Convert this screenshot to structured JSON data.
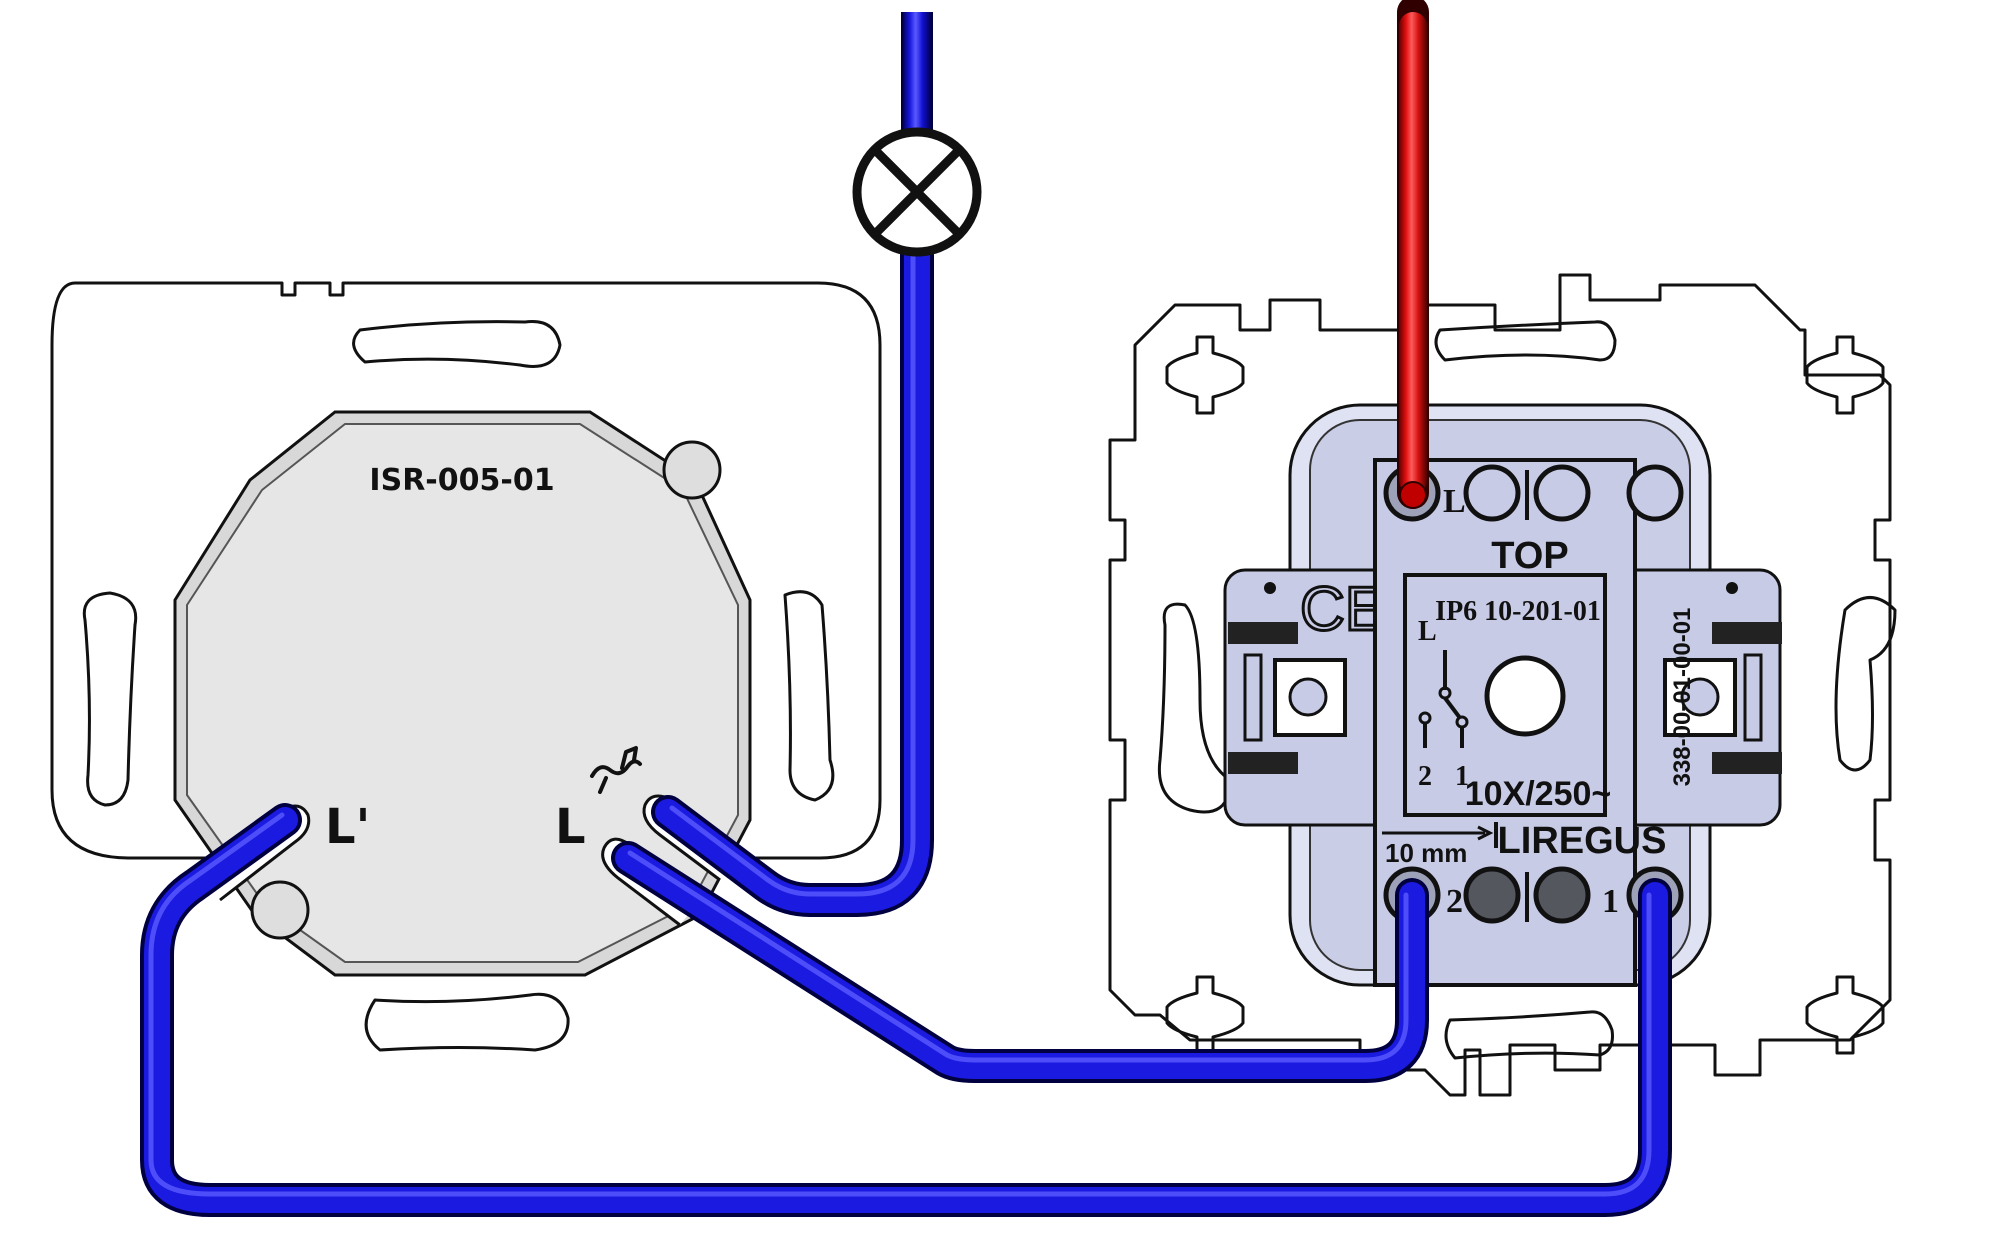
{
  "diagram": {
    "title": "Wiring diagram: ISR-005-01 insert with LIREGUS switch and lamp",
    "colors": {
      "neutral_wire": "#1010d8",
      "phase_wire": "#e01010",
      "left_plate_fill": "#ffffff",
      "left_module_fill": "#e6e6e6",
      "right_plate_fill": "#efe9e4",
      "switch_body_fill": "#c8cbe6",
      "outline": "#111111"
    },
    "left_device": {
      "model": "ISR-005-01",
      "terminal_out_label": "L'",
      "terminal_in_label": "L",
      "symbol": "motion-sensor-symbol"
    },
    "lamp": {
      "symbol": "lamp-symbol"
    },
    "right_device": {
      "brand": "LIREGUS",
      "top_label": "TOP",
      "model": "IP6 10-201-01",
      "rating": "10X/250~",
      "strip_length": "10 mm",
      "part_number": "338-00-01-00-01",
      "terminal_L": "L",
      "terminal_1": "1",
      "terminal_2": "2",
      "schematic_L": "L",
      "schematic_1": "1",
      "schematic_2": "2",
      "ce_mark": "CE"
    },
    "wires": [
      {
        "name": "phase-in",
        "color": "red",
        "from": "top",
        "to": "switch terminal L"
      },
      {
        "name": "lamp-neutral",
        "color": "blue",
        "from": "top",
        "to": "lamp"
      },
      {
        "name": "lamp-to-L",
        "color": "blue",
        "from": "lamp",
        "to": "ISR-005-01 L"
      },
      {
        "name": "L-to-terminal-2",
        "color": "blue",
        "from": "ISR-005-01 L",
        "to": "switch terminal 2"
      },
      {
        "name": "Lprime-to-terminal-1",
        "color": "blue",
        "from": "ISR-005-01 L'",
        "to": "switch terminal 1"
      }
    ]
  }
}
